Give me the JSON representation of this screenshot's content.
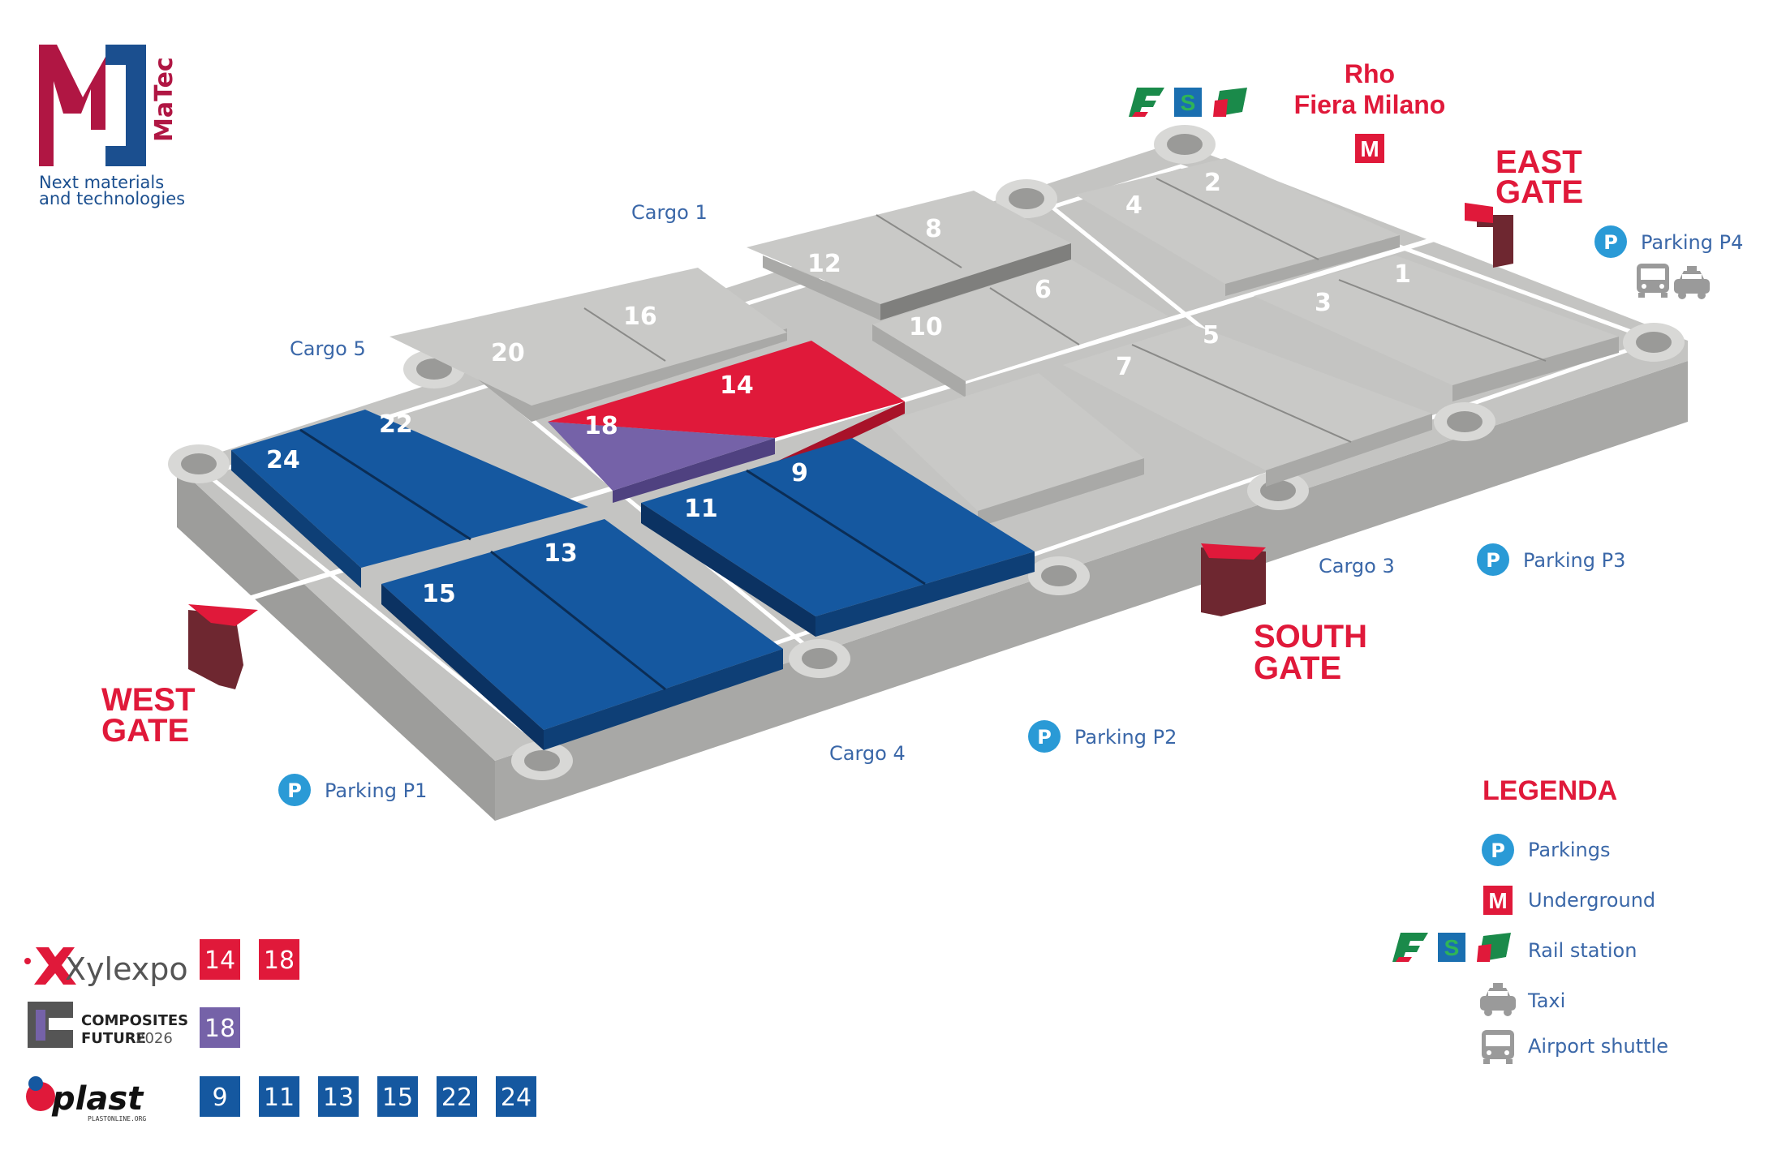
{
  "logo": {
    "mark": "M1",
    "name": "MaTec",
    "tagline_line1": "Next   materials",
    "tagline_line2": "and technologies"
  },
  "station": {
    "line1": "Rho",
    "line2": "Fiera Milano",
    "metro_symbol": "M",
    "rail_s_symbol": "S"
  },
  "gates": {
    "east_line1": "EAST",
    "east_line2": "GATE",
    "south_line1": "SOUTH",
    "south_line2": "GATE",
    "west_line1": "WEST",
    "west_line2": "GATE"
  },
  "cargo": {
    "cargo1": "Cargo 1",
    "cargo3": "Cargo 3",
    "cargo4": "Cargo 4",
    "cargo5": "Cargo 5"
  },
  "parking": {
    "symbol": "P",
    "p1": "Parking P1",
    "p2": "Parking P2",
    "p3": "Parking P3",
    "p4": "Parking P4"
  },
  "halls": {
    "h1": "1",
    "h2": "2",
    "h3": "3",
    "h4": "4",
    "h5": "5",
    "h6": "6",
    "h7": "7",
    "h8": "8",
    "h9": "9",
    "h10": "10",
    "h11": "11",
    "h12": "12",
    "h13": "13",
    "h14": "14",
    "h15": "15",
    "h16": "16",
    "h18": "18",
    "h20": "20",
    "h22": "22",
    "h24": "24"
  },
  "legend": {
    "title": "LEGENDA",
    "parkings": "Parkings",
    "underground": "Underground",
    "rail_station": "Rail station",
    "taxi": "Taxi",
    "airport_shuttle": "Airport shuttle"
  },
  "exhibitors": {
    "xylexpo": {
      "name": "Xylexpo",
      "halls": [
        "14",
        "18"
      ]
    },
    "composites": {
      "name_line1": "COMPOSITES",
      "name_line2": "FUTURE",
      "year": "2026",
      "halls": [
        "18"
      ]
    },
    "plast": {
      "name": "plast",
      "sub": "PLASTONLINE.ORG",
      "halls": [
        "9",
        "11",
        "13",
        "15",
        "22",
        "24"
      ]
    }
  },
  "colors": {
    "red": "#e0193a",
    "blue": "#1558a0",
    "purple": "#7562a8",
    "gray_hall": "#c9c9c7",
    "gray_road": "#bdbdbb",
    "text_blue": "#3a67a8",
    "parking_blue": "#2a9ad6",
    "gate_dark": "#7a1f2a"
  }
}
